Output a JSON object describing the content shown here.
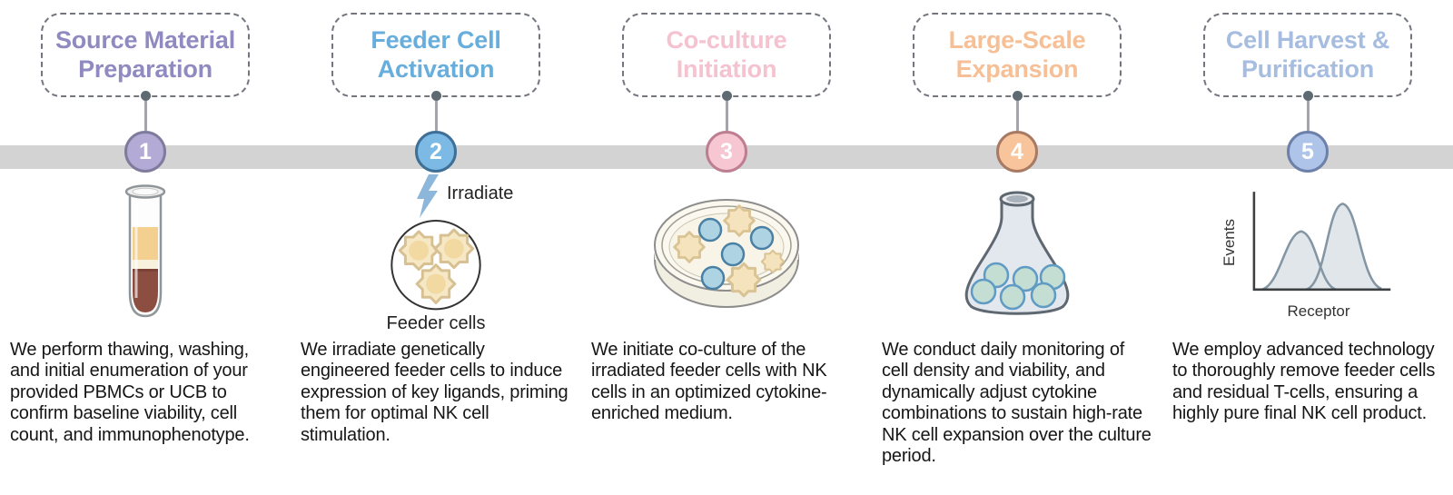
{
  "timeline": {
    "bar_color": "#d3d3d3",
    "connector_color": "#a2a6ab",
    "dot_color": "#5d6a71"
  },
  "steps": [
    {
      "number": "1",
      "title": "Source Material Preparation",
      "title_color": "#8f8ac0",
      "circle_fill": "#b3aad5",
      "circle_border": "#7e7b9d",
      "icon": "blood-sample-tube-icon",
      "description": "We perform thawing, washing, and initial enumeration of your provided PBMCs or UCB to confirm baseline viability, cell count, and immunophenotype."
    },
    {
      "number": "2",
      "title": "Feeder Cell Activation",
      "title_color": "#68aedd",
      "circle_fill": "#7cb9e4",
      "circle_border": "#3e6f96",
      "icon": "irradiated-feeder-cells-icon",
      "irradiate_label": "Irradiate",
      "feeder_cells_label": "Feeder cells",
      "description": "We irradiate genetically engineered feeder cells to induce expression of key ligands, priming them for optimal NK cell stimulation."
    },
    {
      "number": "3",
      "title": "Co-culture Initiation",
      "title_color": "#f5c2cf",
      "circle_fill": "#f6c6d3",
      "circle_border": "#bd7e91",
      "icon": "petri-dish-coculture-icon",
      "description": "We initiate co-culture of the irradiated feeder cells with NK cells in an optimized cytokine-enriched medium."
    },
    {
      "number": "4",
      "title": "Large-Scale Expansion",
      "title_color": "#f6bf95",
      "circle_fill": "#f7c49b",
      "circle_border": "#a87a64",
      "icon": "culture-flask-icon",
      "description": "We conduct daily monitoring of cell density and viability, and dynamically adjust cytokine combinations to sustain high-rate NK cell expansion over the culture period."
    },
    {
      "number": "5",
      "title": "Cell Harvest & Purification",
      "title_color": "#a6bddf",
      "circle_fill": "#aec4e8",
      "circle_border": "#6c80a9",
      "icon": "flow-cytometry-histogram-icon",
      "chart": {
        "ylabel": "Events",
        "xlabel": "Receptor"
      },
      "description": "We employ advanced technology to thoroughly remove feeder cells and residual T-cells, ensuring a highly pure final NK cell product."
    }
  ]
}
